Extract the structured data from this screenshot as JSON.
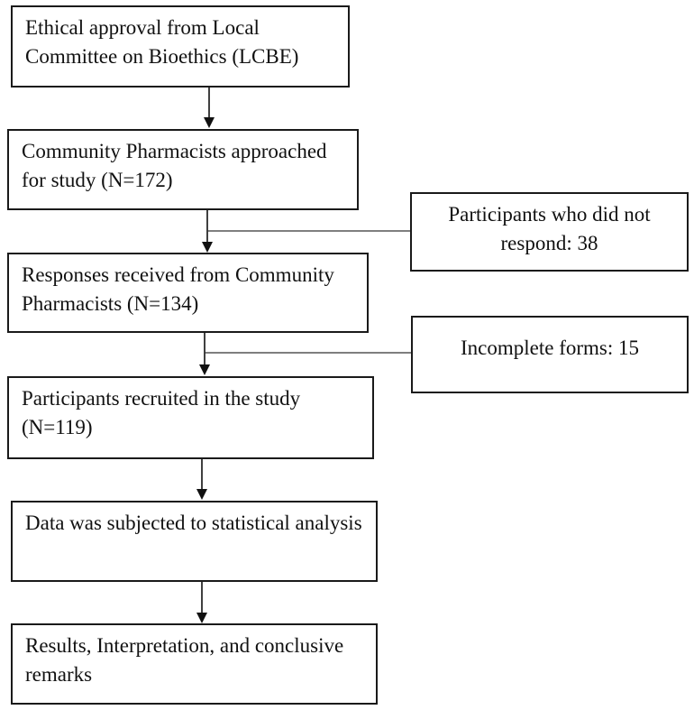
{
  "flowchart": {
    "main_steps": [
      {
        "id": "ethical",
        "text": "Ethical approval from Local Committee on Bioethics (LCBE)"
      },
      {
        "id": "approached",
        "text": "Community Pharmacists approached for study (N=172)"
      },
      {
        "id": "responses",
        "text": "Responses received from Community Pharmacists (N=134)"
      },
      {
        "id": "recruited",
        "text": "Participants recruited in the study (N=119)"
      },
      {
        "id": "analysis",
        "text": "Data was subjected to statistical analysis"
      },
      {
        "id": "results",
        "text": "Results, Interpretation, and conclusive remarks"
      }
    ],
    "exclusions": [
      {
        "id": "nonresponse",
        "text": "Participants who did not respond: 38"
      },
      {
        "id": "incomplete",
        "text": "Incomplete forms: 15"
      }
    ]
  }
}
